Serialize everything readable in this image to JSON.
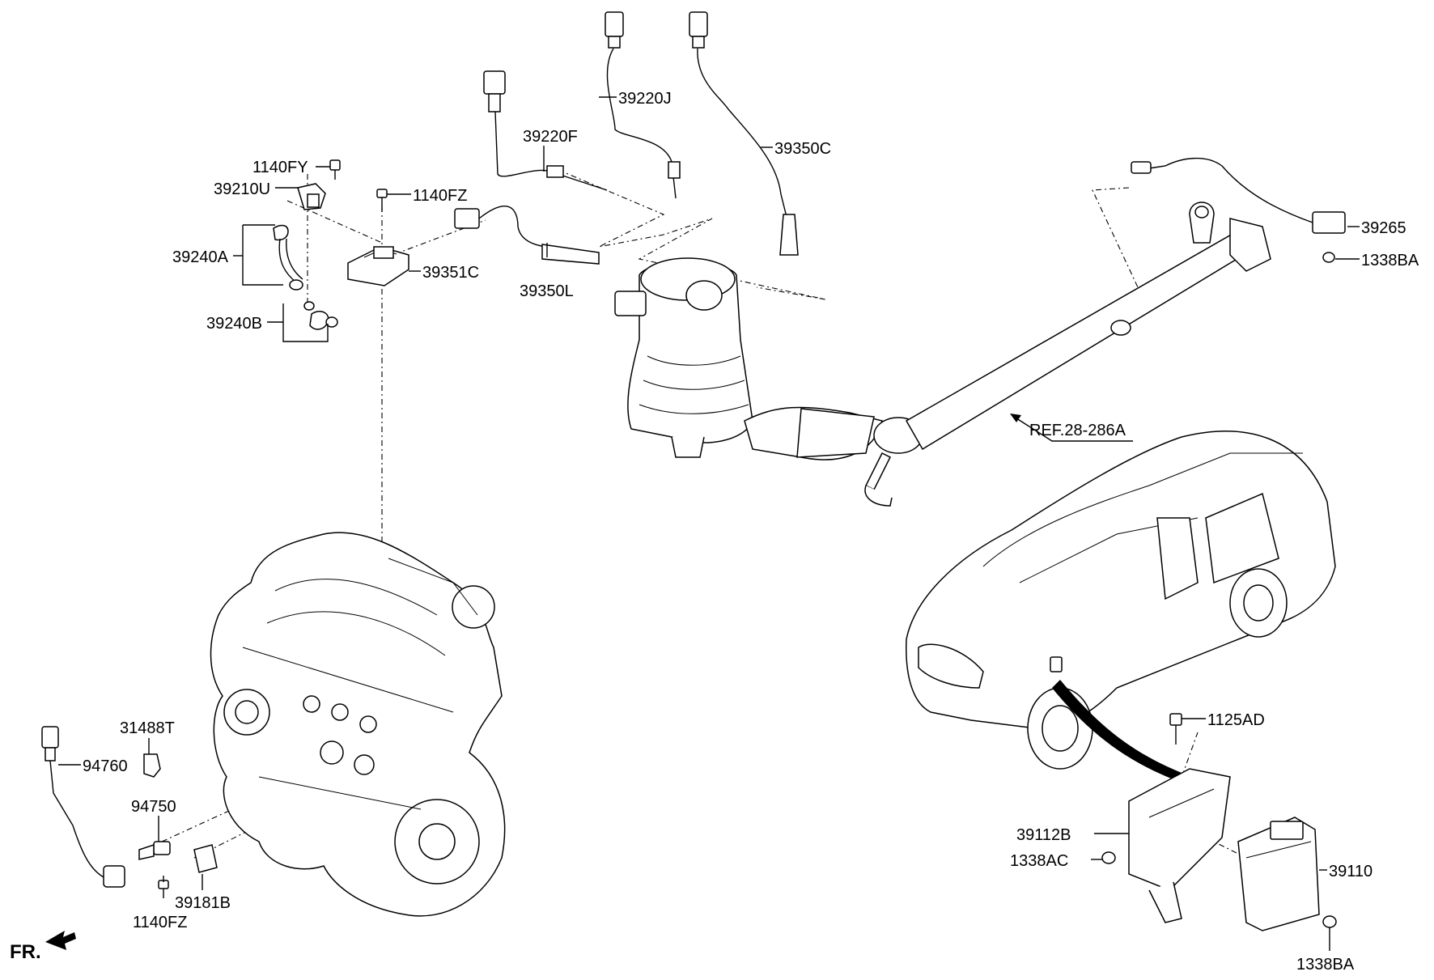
{
  "labels": {
    "l_1140FY": "1140FY",
    "l_39210U": "39210U",
    "l_1140FZ_top": "1140FZ",
    "l_39240A": "39240A",
    "l_39351C": "39351C",
    "l_39240B": "39240B",
    "l_39220F": "39220F",
    "l_39220J": "39220J",
    "l_39350C": "39350C",
    "l_39350L": "39350L",
    "l_39265": "39265",
    "l_1338BA_top": "1338BA",
    "l_REF": "REF.28-286A",
    "l_31488T": "31488T",
    "l_94760": "94760",
    "l_94750": "94750",
    "l_39181B": "39181B",
    "l_1140FZ_bottom": "1140FZ",
    "l_1125AD": "1125AD",
    "l_39112B": "39112B",
    "l_1338AC": "1338AC",
    "l_39110": "39110",
    "l_1338BA_bottom": "1338BA",
    "l_FR": "FR."
  },
  "colors": {
    "ink": "#000000",
    "paper": "#ffffff"
  }
}
